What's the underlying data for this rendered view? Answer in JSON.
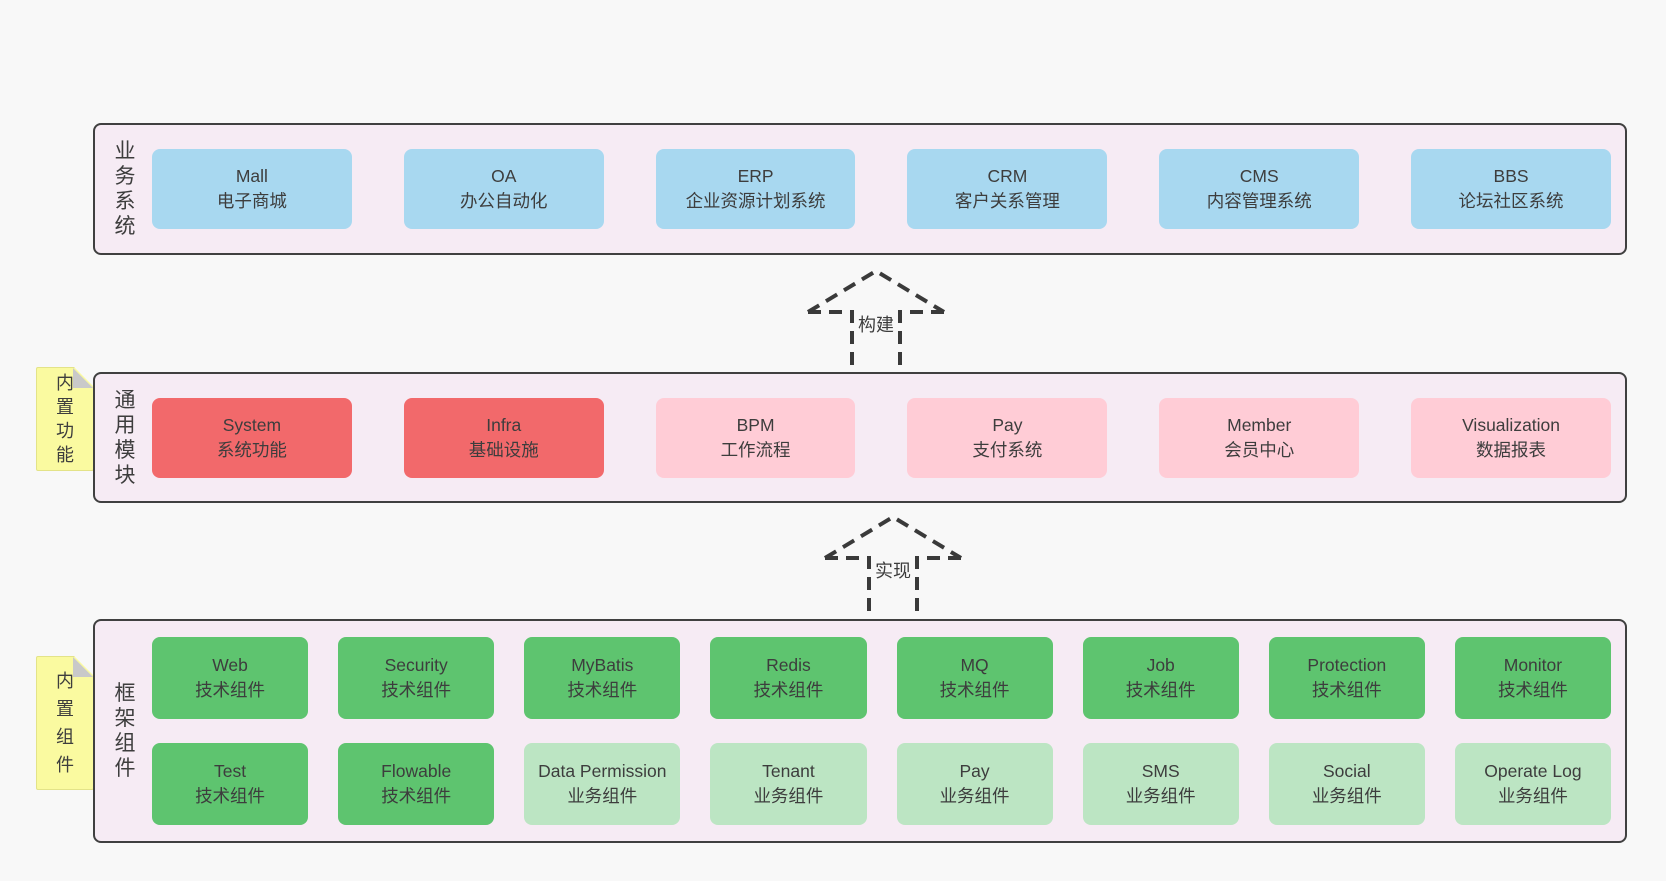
{
  "colors": {
    "page_bg": "#f8f8f8",
    "panel_bg": "#f6ebf4",
    "panel_border": "#404040",
    "blue": "#a8d8f0",
    "red": "#f2696b",
    "pink": "#ffccd6",
    "green": "#5ec46f",
    "light_green": "#bce5c3",
    "sticky_yellow": "#fafaa0",
    "fold_gray": "#c9c9c9",
    "text": "#3d3d3d"
  },
  "layers": [
    {
      "label": "业务系统",
      "boxes": [
        {
          "en": "Mall",
          "zh": "电子商城",
          "variant": "blue"
        },
        {
          "en": "OA",
          "zh": "办公自动化",
          "variant": "blue"
        },
        {
          "en": "ERP",
          "zh": "企业资源计划系统",
          "variant": "blue"
        },
        {
          "en": "CRM",
          "zh": "客户关系管理",
          "variant": "blue"
        },
        {
          "en": "CMS",
          "zh": "内容管理系统",
          "variant": "blue"
        },
        {
          "en": "BBS",
          "zh": "论坛社区系统",
          "variant": "blue"
        }
      ]
    },
    {
      "label": "通用模块",
      "sticky": "内置功能",
      "boxes": [
        {
          "en": "System",
          "zh": "系统功能",
          "variant": "red"
        },
        {
          "en": "Infra",
          "zh": "基础设施",
          "variant": "red"
        },
        {
          "en": "BPM",
          "zh": "工作流程",
          "variant": "pink"
        },
        {
          "en": "Pay",
          "zh": "支付系统",
          "variant": "pink"
        },
        {
          "en": "Member",
          "zh": "会员中心",
          "variant": "pink"
        },
        {
          "en": "Visualization",
          "zh": "数据报表",
          "variant": "pink"
        }
      ]
    },
    {
      "label": "框架组件",
      "sticky": "内置组件",
      "rows": [
        [
          {
            "en": "Web",
            "zh": "技术组件",
            "variant": "green"
          },
          {
            "en": "Security",
            "zh": "技术组件",
            "variant": "green"
          },
          {
            "en": "MyBatis",
            "zh": "技术组件",
            "variant": "green"
          },
          {
            "en": "Redis",
            "zh": "技术组件",
            "variant": "green"
          },
          {
            "en": "MQ",
            "zh": "技术组件",
            "variant": "green"
          },
          {
            "en": "Job",
            "zh": "技术组件",
            "variant": "green"
          },
          {
            "en": "Protection",
            "zh": "技术组件",
            "variant": "green"
          },
          {
            "en": "Monitor",
            "zh": "技术组件",
            "variant": "green"
          }
        ],
        [
          {
            "en": "Test",
            "zh": "技术组件",
            "variant": "green"
          },
          {
            "en": "Flowable",
            "zh": "技术组件",
            "variant": "green"
          },
          {
            "en": "Data Permission",
            "zh": "业务组件",
            "variant": "lightgreen"
          },
          {
            "en": "Tenant",
            "zh": "业务组件",
            "variant": "lightgreen"
          },
          {
            "en": "Pay",
            "zh": "业务组件",
            "variant": "lightgreen"
          },
          {
            "en": "SMS",
            "zh": "业务组件",
            "variant": "lightgreen"
          },
          {
            "en": "Social",
            "zh": "业务组件",
            "variant": "lightgreen"
          },
          {
            "en": "Operate Log",
            "zh": "业务组件",
            "variant": "lightgreen"
          }
        ]
      ]
    }
  ],
  "arrows": [
    {
      "label": "构建"
    },
    {
      "label": "实现"
    }
  ]
}
